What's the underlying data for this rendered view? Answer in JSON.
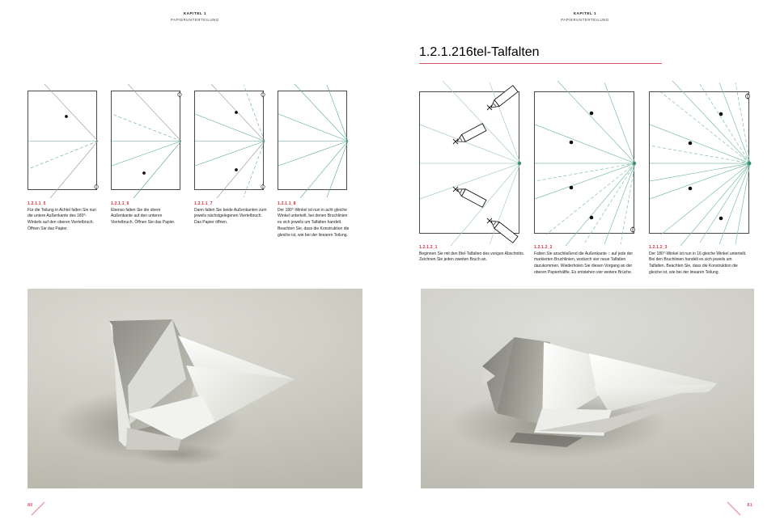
{
  "book": {
    "running_head_chapter": "KAPITEL 1",
    "running_head_section": "PAPIERUNTERTEILUNG"
  },
  "left_page": {
    "folio": "80",
    "figures": [
      {
        "number": "1.2.1.1_5",
        "text": "Für die Teilung in Achtel falten Sie nun die untere Außenkante des 180°-Winkels auf den oberen Viertelbruch. Öffnen Sie das Papier."
      },
      {
        "number": "1.2.1.1_6",
        "text": "Ebenso falten Sie die obere Außenkante auf den unteren Viertelbruch. Öffnen Sie das Papier."
      },
      {
        "number": "1.2.1.1_7",
        "text": "Dann falten Sie beide Außenkanten zum jeweils nächstgelegenen Viertelbruch. Das Papier öffnen."
      },
      {
        "number": "1.2.1.1_8",
        "text": "Der 180°-Winkel ist nun in acht gleiche Winkel unterteilt, bei denen Bruchlinien es sich jeweils um Talfalten handelt. Beachten Sie, dass die Konstruktion die gleiche ist, wie bei der linearen Teilung."
      }
    ],
    "photo_alt": "Gefaltetes Papierflugzeug-Modell auf grauem Hintergrund"
  },
  "right_page": {
    "folio": "81",
    "section": {
      "number": "1.2.1.2",
      "title": "16tel-Talfalten"
    },
    "figures": [
      {
        "number": "1.2.1.2_1",
        "text": "Beginnen Sie mit den 8tel-Talfalten des vorigen Abschnitts. Zeichnen Sie jeden zweiten Bruch an."
      },
      {
        "number": "1.2.1.2_2",
        "text": "Falten Sie anschließend die Außenkante ○ auf jede der markierten Bruchlinien, wodurch vier neue Talfalten dazukommen. Wiederholen Sie diesen Vorgang an der oberen Papierhälfte. Es entstehen vier weitere Brüche."
      },
      {
        "number": "1.2.1.2_3",
        "text": "Der 180°-Winkel ist nun in 16 gleiche Winkel unterteilt. Bei den Bruchlinien handelt es sich jeweils um Talfalten. Beachten Sie, dass die Konstruktion die gleiche ist, wie bei der linearen Teilung."
      }
    ],
    "photo_alt": "Gefaltetes konisches Papiermodell auf grauem Hintergrund"
  },
  "colors": {
    "accent_red": "#d62b36",
    "fold_green": "#5aab8e",
    "fold_gray": "#8a8a8a",
    "frame": "#4a4a4a",
    "folio_pink": "#e2566a",
    "photo_bg": "#ccccc2"
  },
  "icons": {
    "pencil": "pencil-icon",
    "mark_x": "x-mark-icon",
    "mark_circle": "circle-mark-icon",
    "dot": "dot-marker-icon"
  }
}
